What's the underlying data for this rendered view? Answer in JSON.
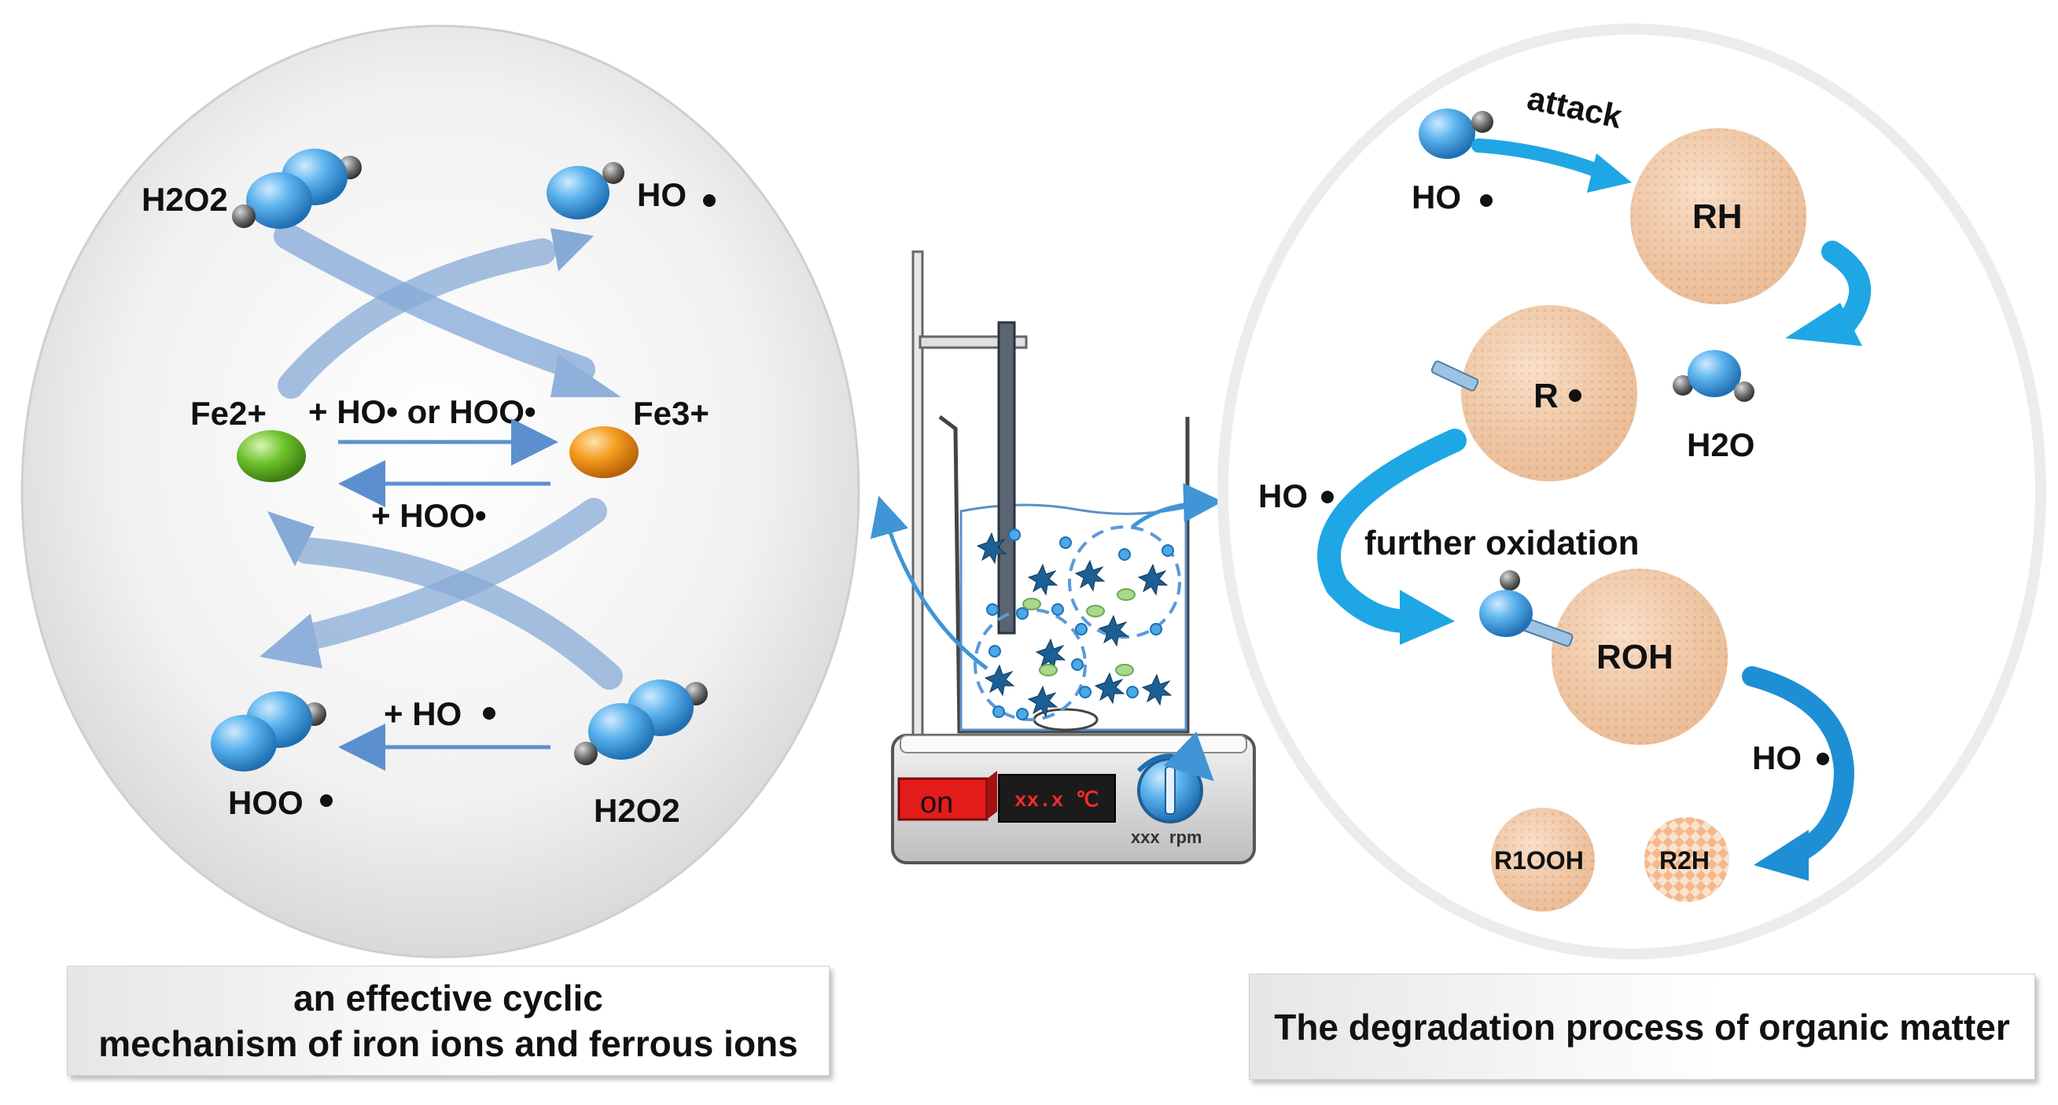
{
  "left_panel": {
    "h2o2_top": "H2O2",
    "ho_top": "HO",
    "fe2": "Fe2+",
    "fe3": "Fe3+",
    "forward_reaction": "+ HO• or HOO•",
    "backward_reaction": "+ HOO•",
    "bottom_reaction": "+ HO",
    "hoo_bottom": "HOO",
    "h2o2_bottom": "H2O2",
    "caption_line1": "an effective cyclic",
    "caption_line2": "mechanism of iron ions and ferrous ions"
  },
  "center_apparatus": {
    "on_label": "on",
    "temp_display": "xx.x ℃",
    "rpm_label": "xxx  rpm"
  },
  "right_panel": {
    "attack": "attack",
    "ho_1": "HO",
    "rh": "RH",
    "r_radical": "R",
    "h2o": "H2O",
    "ho_2": "HO",
    "further_oxidation": "further oxidation",
    "roh": "ROH",
    "ho_3": "HO",
    "r1ooh": "R1OOH",
    "r2h": "R2H",
    "caption": "The degradation process of organic matter"
  },
  "colors": {
    "molecule_blue": "#4aa9e6",
    "arrow_blue": "#7fa7d6",
    "cyan_arrow": "#1ea7e4",
    "fe2_green": "#6cc12a",
    "fe3_orange": "#f39a1c",
    "display_red": "#e31b1b",
    "organic_peach": "#f4c9a4"
  }
}
